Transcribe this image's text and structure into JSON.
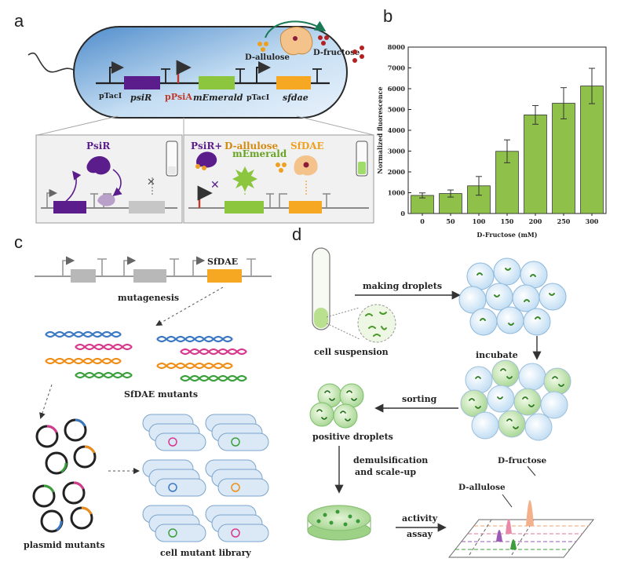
{
  "panels": {
    "a": "a",
    "b": "b",
    "c": "c",
    "d": "d"
  },
  "panel_a": {
    "promoter_left": "pTacI",
    "gene1": "psiR",
    "promoter_mid": "pPsiA",
    "gene2": "mEmerald",
    "promoter_right": "pTacI",
    "gene3": "sfdae",
    "d_allulose": "D-allulose",
    "d_fructose": "D-fructose",
    "inset_left_protein": "PsiR",
    "inset_right_psir": "PsiR+",
    "inset_right_allulose": "D-allulose",
    "inset_right_memerald": "mEmerald",
    "inset_right_sfdae": "SfDAE"
  },
  "chart_data": {
    "type": "bar",
    "categories": [
      "0",
      "50",
      "100",
      "150",
      "200",
      "250",
      "300"
    ],
    "values": [
      870,
      960,
      1330,
      2990,
      4740,
      5300,
      6130
    ],
    "errors": [
      120,
      170,
      450,
      550,
      450,
      750,
      850
    ],
    "xlabel": "D-Fructose (mM)",
    "ylabel": "Normalized fluorescence",
    "ylim": [
      0,
      8000
    ],
    "yticks": [
      "0",
      "1000",
      "2000",
      "3000",
      "4000",
      "5000",
      "6000",
      "7000",
      "8000"
    ],
    "bar_color": "#8fc04a",
    "grid": false
  },
  "panel_c": {
    "gene_label": "SfDAE",
    "mutagenesis": "mutagenesis",
    "mutants": "SfDAE mutants",
    "plasmid": "plasmid  mutants",
    "library": "cell mutant library"
  },
  "panel_d": {
    "cell_suspension": "cell suspension",
    "making_droplets": "making droplets",
    "incubate": "incubate",
    "sorting": "sorting",
    "positive_droplets": "positive droplets",
    "demulsification": "demulsification",
    "scale_up": "and scale-up",
    "activity": "activity",
    "assay": "assay",
    "d_allulose": "D-allulose",
    "d_fructose": "D-fructose"
  },
  "colors": {
    "purple": "#5b1d8c",
    "green": "#8cc63f",
    "orange": "#f7a823",
    "red": "#c0392b",
    "cell_blue": "#a9cdea",
    "bar": "#8fc04a"
  }
}
